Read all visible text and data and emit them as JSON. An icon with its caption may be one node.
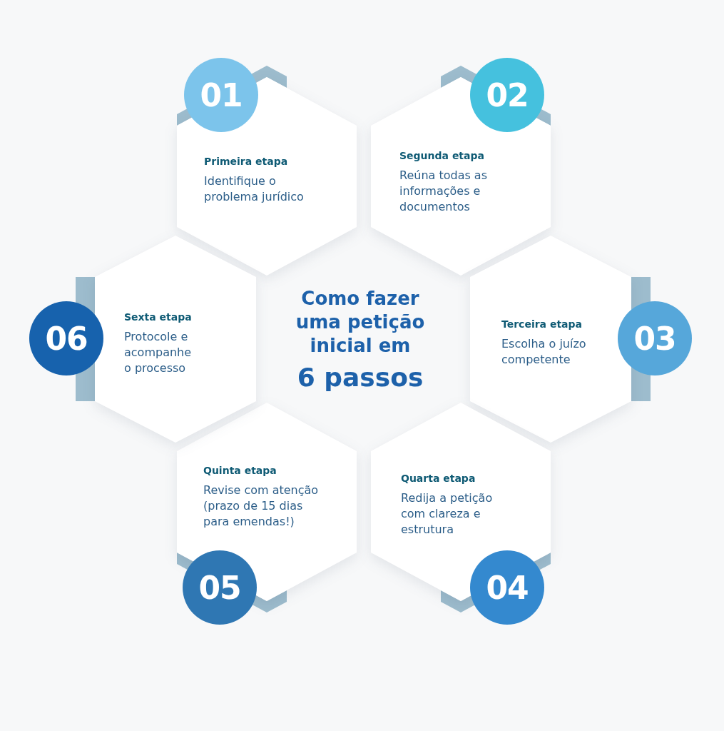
{
  "diagram": {
    "title": "Como fazer uma petição inicial em",
    "nodes": [
      {
        "text": [
          "01"
        ]
      },
      {
        "text": [
          "Primeira etapa",
          "Identifique o problema jurídico"
        ]
      },
      {
        "text": [
          "02"
        ]
      },
      {
        "text": [
          "Segunda etapa",
          "Reúna todas as informações e documentos"
        ]
      },
      {
        "text": [
          "03"
        ]
      },
      {
        "text": [
          "Terceira etapa",
          "Escolha o juízo competente"
        ]
      },
      {
        "text": [
          "04"
        ]
      },
      {
        "text": [
          "Quarta etapa",
          "Redija a petição com clareza e estrutura"
        ]
      },
      {
        "text": [
          "05"
        ]
      },
      {
        "text": [
          "Quinta etapa",
          "Revise com atenção (prazo de 15 dias para emendas!)"
        ]
      },
      {
        "text": [
          "06"
        ]
      },
      {
        "text": [
          "Sexta etapa",
          "Protocole e acompanhe o processo"
        ]
      }
    ],
    "labels": [
      "6 passos"
    ]
  }
}
